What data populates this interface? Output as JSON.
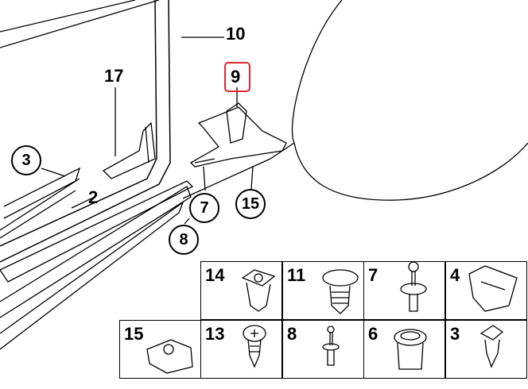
{
  "callouts": {
    "c10": "10",
    "c17": "17",
    "c9": "9",
    "c3": "3",
    "c2": "2",
    "c7": "7",
    "c15": "15",
    "c8": "8"
  },
  "highlight_color": "#e0262f",
  "grid": {
    "top": [
      {
        "label": "14",
        "icon": "clip-nut-icon"
      },
      {
        "label": "11",
        "icon": "expanding-rivet-icon"
      },
      {
        "label": "7",
        "icon": "push-rivet-icon"
      },
      {
        "label": "4",
        "icon": "clip-icon"
      }
    ],
    "bottom": [
      {
        "label": "15",
        "icon": "spring-nut-icon"
      },
      {
        "label": "13",
        "icon": "screw-icon"
      },
      {
        "label": "8",
        "icon": "push-pin-icon"
      },
      {
        "label": "6",
        "icon": "grommet-icon"
      },
      {
        "label": "3",
        "icon": "clip-icon"
      }
    ]
  }
}
